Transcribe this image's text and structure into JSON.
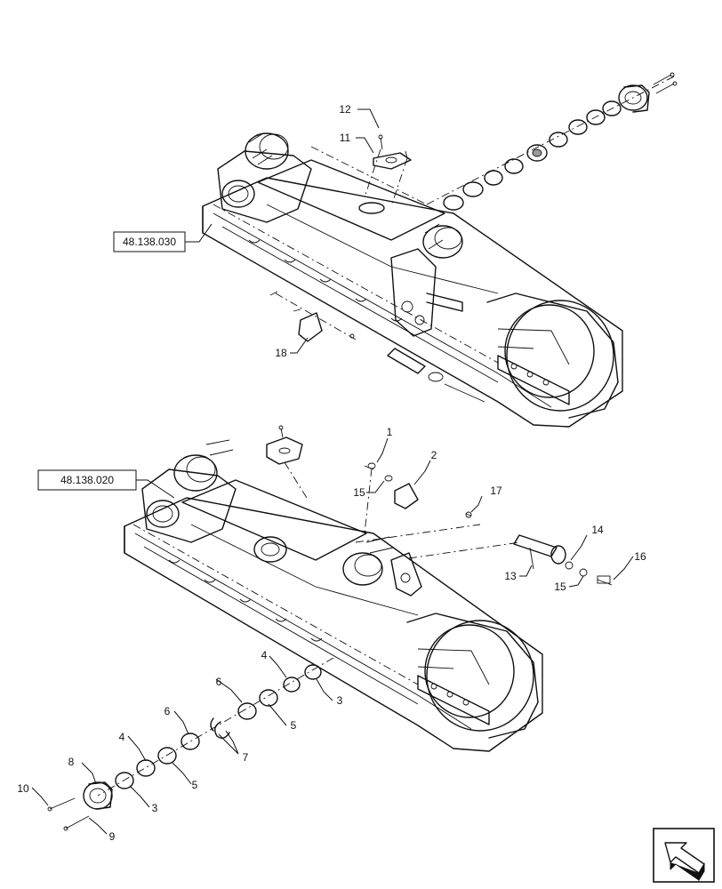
{
  "references": {
    "upper_assembly": "48.138.030",
    "lower_assembly": "48.138.020"
  },
  "callouts": [
    {
      "id": "c12",
      "text": "12"
    },
    {
      "id": "c11",
      "text": "11"
    },
    {
      "id": "c18",
      "text": "18"
    },
    {
      "id": "c1",
      "text": "1"
    },
    {
      "id": "c2",
      "text": "2"
    },
    {
      "id": "c15a",
      "text": "15"
    },
    {
      "id": "c17",
      "text": "17"
    },
    {
      "id": "c14",
      "text": "14"
    },
    {
      "id": "c13",
      "text": "13"
    },
    {
      "id": "c16",
      "text": "16"
    },
    {
      "id": "c15b",
      "text": "15"
    },
    {
      "id": "c4a",
      "text": "4"
    },
    {
      "id": "c3a",
      "text": "3"
    },
    {
      "id": "c6a",
      "text": "6"
    },
    {
      "id": "c5a",
      "text": "5"
    },
    {
      "id": "c6b",
      "text": "6"
    },
    {
      "id": "c7",
      "text": "7"
    },
    {
      "id": "c4b",
      "text": "4"
    },
    {
      "id": "c5b",
      "text": "5"
    },
    {
      "id": "c8",
      "text": "8"
    },
    {
      "id": "c3b",
      "text": "3"
    },
    {
      "id": "c10",
      "text": "10"
    },
    {
      "id": "c9",
      "text": "9"
    }
  ],
  "nav_icon": "previous-page-arrow-icon"
}
